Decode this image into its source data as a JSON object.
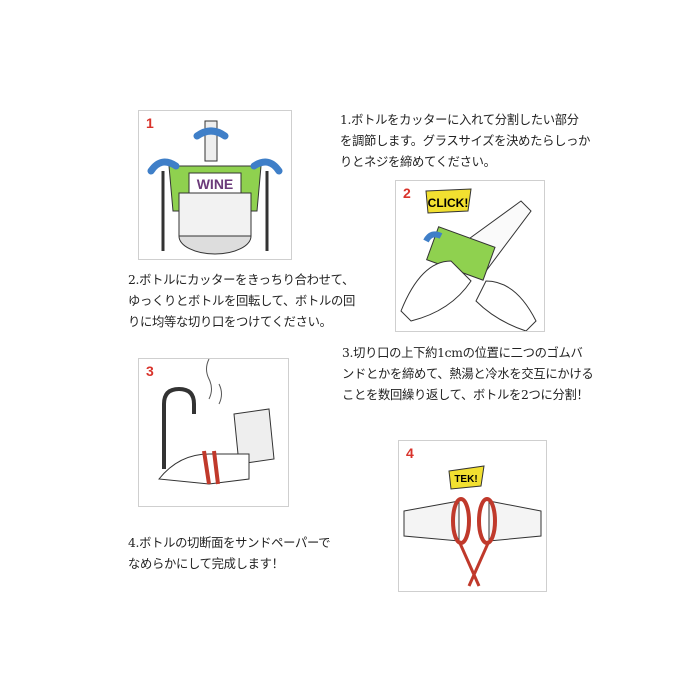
{
  "steps": [
    {
      "number": "1",
      "label": "WINE",
      "lines": [
        "1.ボトルをカッターに入れて分割したい部分",
        "を調節します。グラスサイズを決めたらしっか",
        "りとネジを締めてください。"
      ]
    },
    {
      "number": "2",
      "label": "CLICK!",
      "lines": [
        "2.ボトルにカッターをきっちり合わせて、",
        "ゆっくりとボトルを回転して、ボトルの回",
        "りに均等な切り口をつけてください。"
      ]
    },
    {
      "number": "3",
      "lines": [
        "3.切り口の上下約1cmの位置に二つのゴムバ",
        "ンドとかを締めて、熱湯と冷水を交互にかける",
        "ことを数回繰り返して、ボトルを2つに分割！"
      ]
    },
    {
      "number": "4",
      "label": "TEK!",
      "lines": [
        "4.ボトルの切断面をサンドペーパーで",
        "なめらかにして完成します！"
      ]
    }
  ],
  "colors": {
    "number": "#d9332b",
    "cutter": "#8fd14f",
    "handle": "#3f7fc8",
    "band": "#c0392b",
    "burst": "#f2e030"
  }
}
